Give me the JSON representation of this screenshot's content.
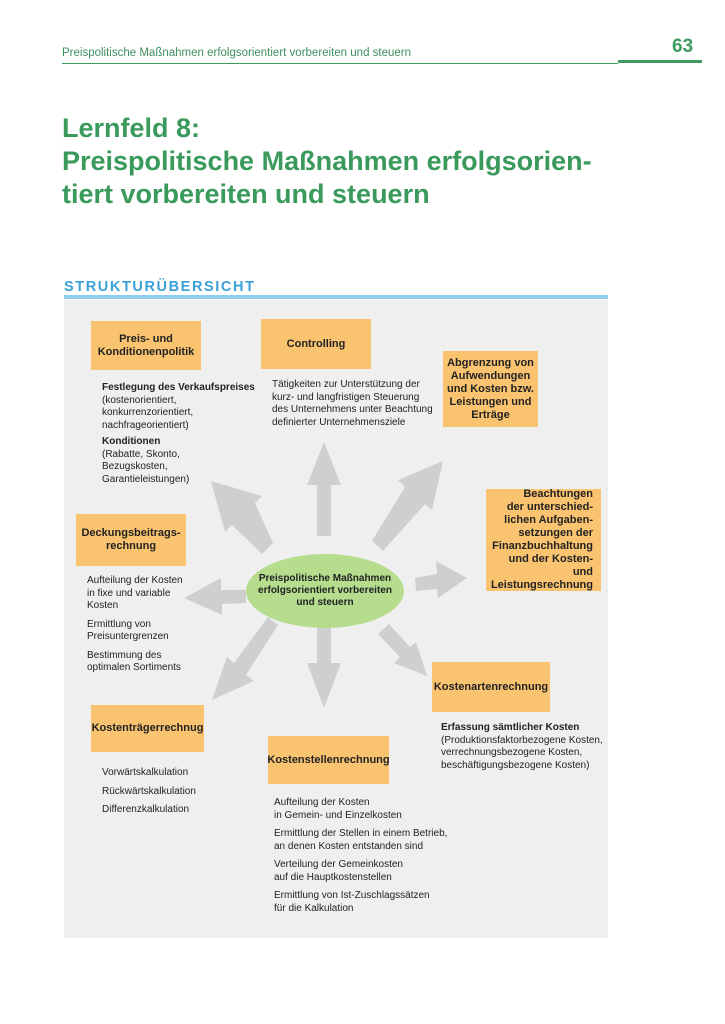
{
  "header": {
    "running_title": "Preispolitische Maßnahmen erfolgsorientiert vorbereiten und steuern",
    "page_number": "63"
  },
  "chapter": {
    "title_lines": [
      "Lernfeld 8:",
      "Preispolitische Maßnahmen erfolgsorien-",
      "tiert vorbereiten und steuern"
    ]
  },
  "section": {
    "heading": "STRUKTURÜBERSICHT"
  },
  "diagram": {
    "center": {
      "lines": [
        "Preispolitische Maßnahmen",
        "erfolgsorientiert vorbereiten",
        "und steuern"
      ]
    },
    "nodes": {
      "preis": {
        "title_lines": [
          "Preis- und",
          "Konditionenpolitik"
        ],
        "text_lines": [
          "Festlegung des Verkaufspreises",
          "(kostenorientiert,",
          "konkurrenzorientiert,",
          "nachfrageorientiert)",
          "Konditionen",
          "(Rabatte, Skonto,",
          "Bezugskosten,",
          "Garantieleistungen)"
        ]
      },
      "controlling": {
        "title": "Controlling",
        "text_lines": [
          "Tätigkeiten zur Unterstützung der",
          "kurz- und langfristigen Steuerung",
          "des Unternehmens unter Beachtung",
          "definierter Unternehmensziele"
        ]
      },
      "abgrenzung": {
        "title_lines": [
          "Abgrenzung von",
          "Aufwendungen",
          "und Kosten bzw.",
          "Leistungen und",
          "Erträge"
        ]
      },
      "beachtungen": {
        "title_lines": [
          "Beachtungen",
          "der unterschied-",
          "lichen Aufgaben-",
          "setzungen der",
          "Finanzbuchhaltung",
          "und der Kosten- und",
          "Leistungsrechnung"
        ]
      },
      "deckung": {
        "title_lines": [
          "Deckungsbeitrags-",
          "rechnung"
        ],
        "text_lines": [
          "Aufteilung der Kosten",
          "in fixe und variable",
          "Kosten",
          "Ermittlung von",
          "Preisuntergrenzen",
          "Bestimmung des",
          "optimalen Sortiments"
        ]
      },
      "kostenarten": {
        "title": "Kostenartenrechnung",
        "text_lines": [
          "Erfassung sämtlicher Kosten",
          "(Produktionsfaktorbezogene Kosten,",
          "verrechnungsbezogene Kosten,",
          "beschäftigungsbezogene Kosten)"
        ]
      },
      "kostentraeger": {
        "title": "Kostenträgerrechnug",
        "text_lines": [
          "Vorwärtskalkulation",
          "Rückwärtskalkulation",
          "Differenzkalkulation"
        ]
      },
      "kostenstellen": {
        "title": "Kostenstellenrechnung",
        "text_lines": [
          "Aufteilung der Kosten",
          "in Gemein- und Einzelkosten",
          "Ermittlung der Stellen in einem Betrieb,",
          "an denen Kosten entstanden sind",
          "Verteilung der Gemeinkosten",
          "auf die Hauptkostenstellen",
          "Ermittlung von Ist-Zuschlagssätzen",
          "für die Kalkulation"
        ]
      }
    }
  },
  "colors": {
    "accent_green": "#3a9a5c",
    "heading_blue": "#3aa0d8",
    "box_orange": "#f9c370",
    "center_green": "#b5dd8d",
    "arrow_gray": "#cfcfcf",
    "panel_gray": "#efefef"
  }
}
